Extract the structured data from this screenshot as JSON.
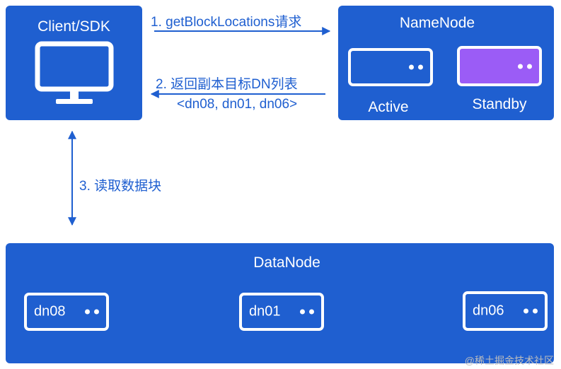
{
  "client": {
    "title": "Client/SDK"
  },
  "namenode": {
    "title": "NameNode",
    "active_label": "Active",
    "standby_label": "Standby"
  },
  "arrows": {
    "request": "1. getBlockLocations请求",
    "response": "2. 返回副本目标DN列表",
    "response_list": "<dn08, dn01, dn06>",
    "read": "3. 读取数据块"
  },
  "datanode": {
    "title": "DataNode",
    "nodes": [
      "dn08",
      "dn01",
      "dn06"
    ]
  },
  "watermark": "@稀土掘金技术社区",
  "colors": {
    "primary": "#1f5fd0",
    "standby": "#9b5cf6",
    "white": "#ffffff"
  }
}
